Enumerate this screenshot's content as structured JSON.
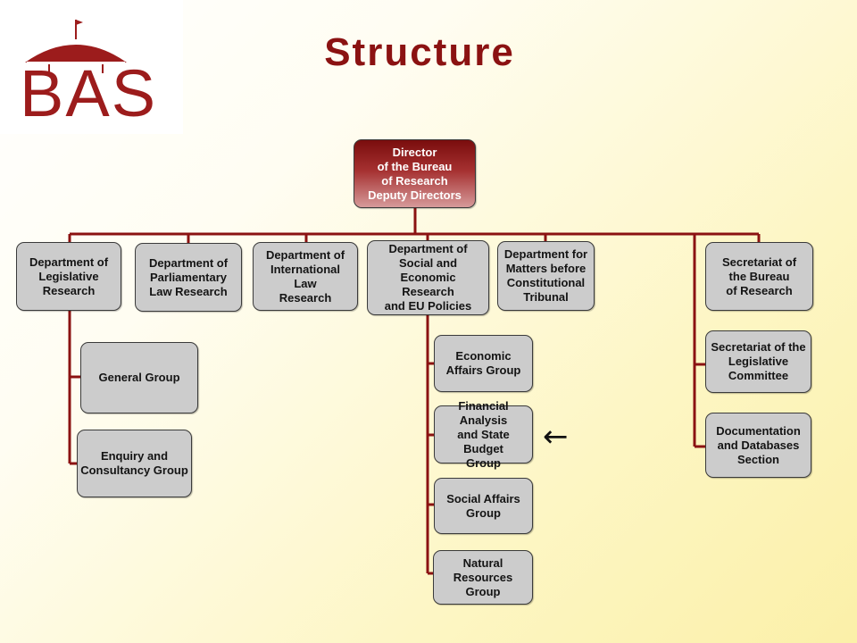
{
  "logo": {
    "text": "BAS",
    "accent_color": "#9c1c1c"
  },
  "title": "Structure",
  "colors": {
    "connector": "#8b1212",
    "box_fill": "#cccccc",
    "director_fill": "#a53030"
  },
  "director": {
    "label": "Director\nof the Bureau\nof Research\nDeputy Directors"
  },
  "departments": [
    {
      "id": "legislative",
      "label": "Department of\nLegislative\nResearch"
    },
    {
      "id": "parliamentary",
      "label": "Department of\nParliamentary\nLaw Research"
    },
    {
      "id": "international",
      "label": "Department of\nInternational\nLaw\nResearch"
    },
    {
      "id": "social-economic",
      "label": "Department of\nSocial and Economic\nResearch\nand EU Policies"
    },
    {
      "id": "constitutional",
      "label": "Department for\nMatters before\nConstitutional\nTribunal"
    },
    {
      "id": "secretariat-bureau",
      "label": "Secretariat of\nthe Bureau\nof Research"
    }
  ],
  "legislative_groups": [
    {
      "id": "general",
      "label": "General Group"
    },
    {
      "id": "enquiry",
      "label": "Enquiry and\nConsultancy Group"
    }
  ],
  "economic_groups": [
    {
      "id": "economic-affairs",
      "label": "Economic\nAffairs Group"
    },
    {
      "id": "financial-analysis",
      "label": "Financial\nAnalysis\nand State Budget\nGroup"
    },
    {
      "id": "social-affairs",
      "label": "Social Affairs\nGroup"
    },
    {
      "id": "natural-resources",
      "label": "Natural\nResources\nGroup"
    }
  ],
  "secretariat_units": [
    {
      "id": "legislative-committee",
      "label": "Secretariat of the\nLegislative\nCommittee"
    },
    {
      "id": "documentation",
      "label": "Documentation\nand Databases\nSection"
    }
  ],
  "pointer_arrow": {
    "glyph": "←",
    "icon": "left-arrow-icon"
  }
}
